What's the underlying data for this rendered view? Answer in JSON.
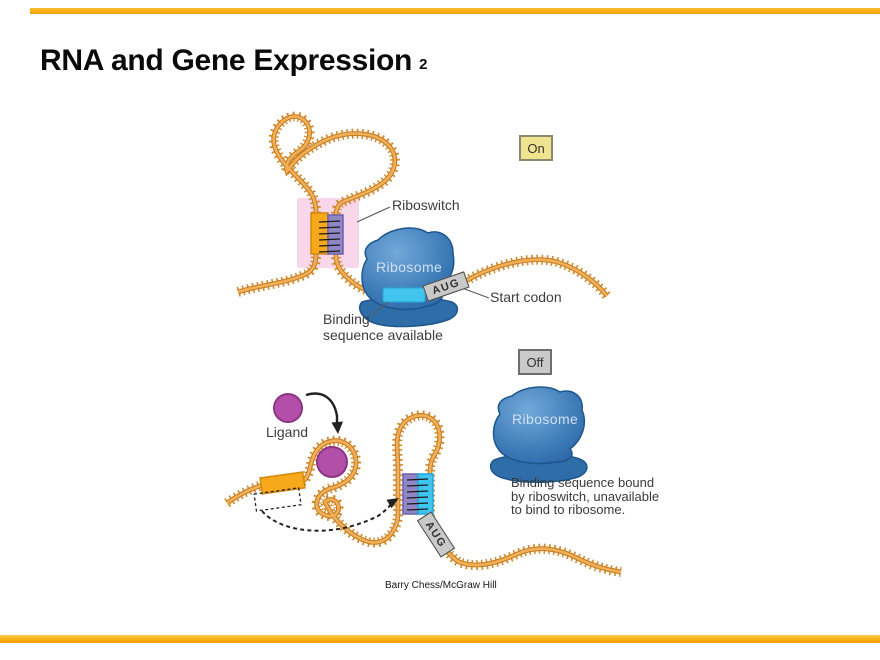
{
  "slide": {
    "title": "RNA and Gene Expression",
    "title_index": "2",
    "credit": "Barry Chess/McGraw Hill"
  },
  "diagram": {
    "on_state": {
      "badge": "On",
      "riboswitch_label": "Riboswitch",
      "ribosome_label": "Ribosome",
      "start_codon_label": "Start codon",
      "binding_line1": "Binding",
      "binding_line2": "sequence available",
      "aug_label": "AUG"
    },
    "off_state": {
      "badge": "Off",
      "ligand_label": "Ligand",
      "ribosome_label": "Ribosome",
      "aug_label": "AUG",
      "caption_line1": "Binding sequence bound",
      "caption_line2": "by riboswitch, unavailable",
      "caption_line3": "to bind to ribosome."
    },
    "colors": {
      "accent_bar": "#F6A808",
      "rna_strand": "#E8A24A",
      "riboswitch_highlight": "#F8D7EB",
      "orange_segment": "#F7A81B",
      "purple_segment": "#9186C5",
      "cyan_segment": "#41C5EF",
      "ribosome_blue": "#2F6FAD",
      "ligand_purple": "#B24FA9",
      "on_fill": "#F1E48E",
      "off_fill": "#CACACA"
    }
  }
}
